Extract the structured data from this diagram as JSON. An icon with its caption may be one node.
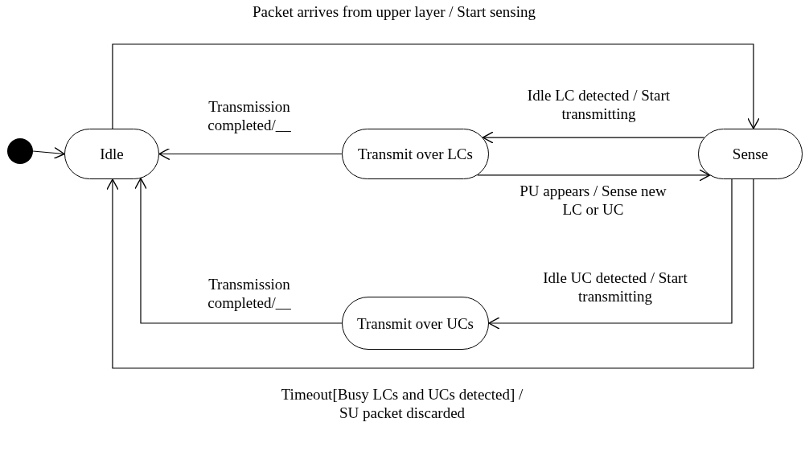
{
  "diagram": {
    "nodes": [
      {
        "text": [],
        "shape": "circle"
      },
      {
        "text": [
          "Idle"
        ]
      },
      {
        "text": [
          "Transmit over LCs"
        ]
      },
      {
        "text": [
          "Sense"
        ]
      },
      {
        "text": [
          "Transmit over UCs"
        ]
      }
    ],
    "edges": [
      {
        "from": 0,
        "to": 1,
        "arrow": "to"
      },
      {
        "from": 1,
        "to": 3,
        "arrow": "to",
        "label": "Packet arrives from upper layer / Start sensing"
      },
      {
        "from": 2,
        "to": 1,
        "arrow": "to",
        "label": "Transmission completed/__"
      },
      {
        "from": 3,
        "to": 2,
        "arrow": "to",
        "label": "Idle LC detected / Start transmitting"
      },
      {
        "from": 2,
        "to": 3,
        "arrow": "to",
        "label": "PU appears / Sense new LC or UC"
      },
      {
        "from": 3,
        "to": 4,
        "arrow": "to",
        "label": "Idle UC detected / Start transmitting"
      },
      {
        "from": 4,
        "to": 1,
        "arrow": "to",
        "label": "Transmission completed/__"
      },
      {
        "from": 3,
        "to": 1,
        "arrow": "to",
        "label": "Timeout[Busy LCs and UCs detected] / SU packet discarded"
      }
    ]
  }
}
